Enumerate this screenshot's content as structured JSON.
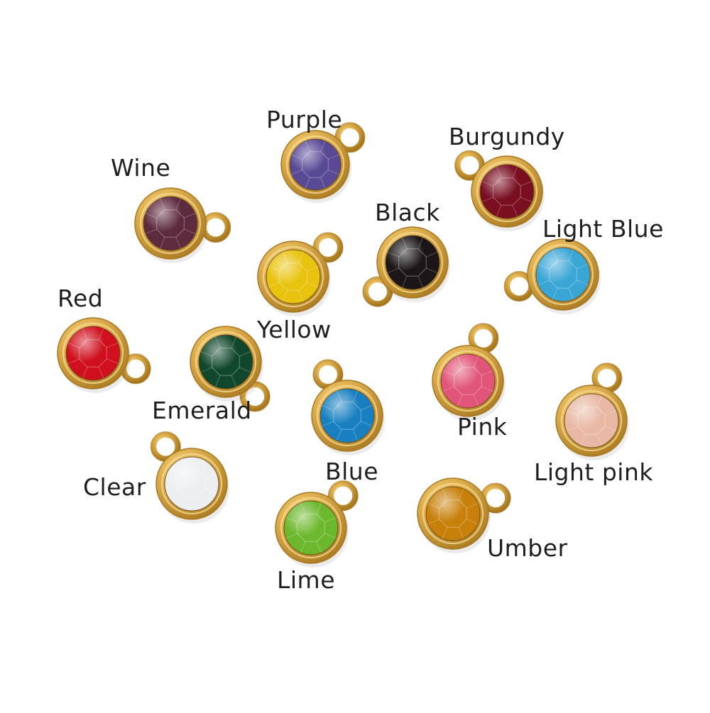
{
  "charms": [
    {
      "id": "purple",
      "label": "Purple",
      "color": "#5a4a96"
    },
    {
      "id": "burgundy",
      "label": "Burgundy",
      "color": "#7a0f22"
    },
    {
      "id": "wine",
      "label": "Wine",
      "color": "#5e2a3e"
    },
    {
      "id": "black",
      "label": "Black",
      "color": "#1c1618"
    },
    {
      "id": "light-blue",
      "label": "Light Blue",
      "color": "#3aa6d6"
    },
    {
      "id": "yellow",
      "label": "Yellow",
      "color": "#e8c20c"
    },
    {
      "id": "red",
      "label": "Red",
      "color": "#d0101e"
    },
    {
      "id": "emerald",
      "label": "Emerald",
      "color": "#11472c"
    },
    {
      "id": "blue",
      "label": "Blue",
      "color": "#1880c0"
    },
    {
      "id": "pink",
      "label": "Pink",
      "color": "#e05578"
    },
    {
      "id": "light-pink",
      "label": "Light pink",
      "color": "#e8b8a4"
    },
    {
      "id": "clear",
      "label": "Clear",
      "color": "#eceeef"
    },
    {
      "id": "lime",
      "label": "Lime",
      "color": "#6cb82c"
    },
    {
      "id": "umber",
      "label": "Umber",
      "color": "#c8800a"
    }
  ],
  "colors": {
    "gold": "#d9a84a",
    "gold_dark": "#a97a24",
    "gold_light": "#f6dc95",
    "background": "#ffffff",
    "text": "#1f1f1f"
  }
}
